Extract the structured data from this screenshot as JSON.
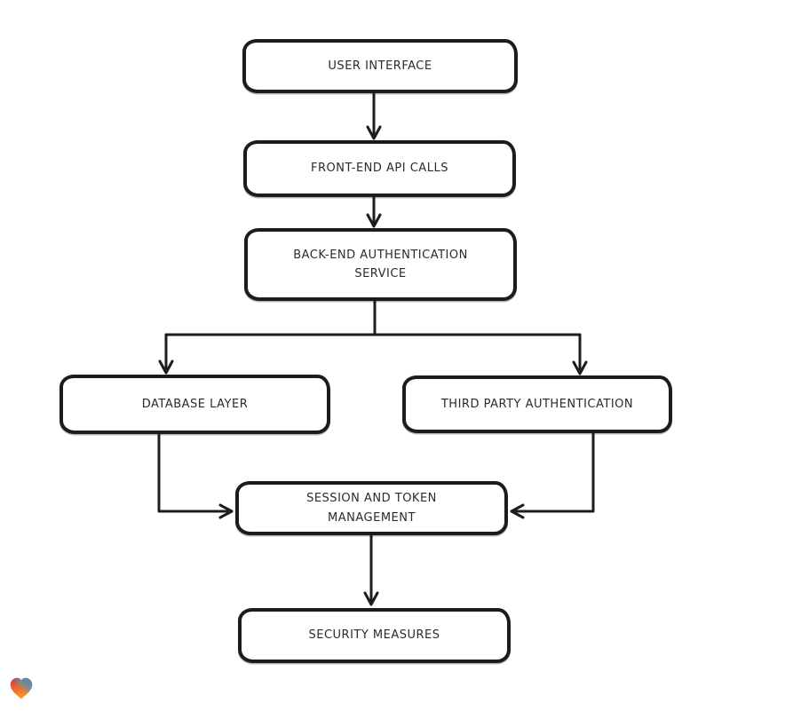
{
  "diagram": {
    "type": "flowchart",
    "nodes": [
      {
        "id": "user-interface",
        "label": "USER INTERFACE"
      },
      {
        "id": "front-end-api-calls",
        "label": "FRONT-END API CALLS"
      },
      {
        "id": "back-end-authentication-service",
        "label": "BACK-END AUTHENTICATION SERVICE"
      },
      {
        "id": "database-layer",
        "label": "DATABASE LAYER"
      },
      {
        "id": "third-party-authentication",
        "label": "THIRD PARTY AUTHENTICATION"
      },
      {
        "id": "session-and-token-management",
        "label": "SESSION AND TOKEN MANAGEMENT"
      },
      {
        "id": "security-measures",
        "label": "SECURITY MEASURES"
      }
    ],
    "edges": [
      {
        "from": "user-interface",
        "to": "front-end-api-calls"
      },
      {
        "from": "front-end-api-calls",
        "to": "back-end-authentication-service"
      },
      {
        "from": "back-end-authentication-service",
        "to": "database-layer"
      },
      {
        "from": "back-end-authentication-service",
        "to": "third-party-authentication"
      },
      {
        "from": "database-layer",
        "to": "session-and-token-management"
      },
      {
        "from": "third-party-authentication",
        "to": "session-and-token-management"
      },
      {
        "from": "session-and-token-management",
        "to": "security-measures"
      }
    ],
    "colors": {
      "node_fill": "#ffffff",
      "node_border": "#1c1c1c",
      "text": "#2b2b2b",
      "arrow": "#1d1d1d"
    }
  },
  "branding": {
    "logo_icon": "heart-icon",
    "logo_colors": {
      "red": "#e43434",
      "blue": "#2f9fd4",
      "orange": "#f7a13a",
      "green": "#7cb342"
    }
  }
}
